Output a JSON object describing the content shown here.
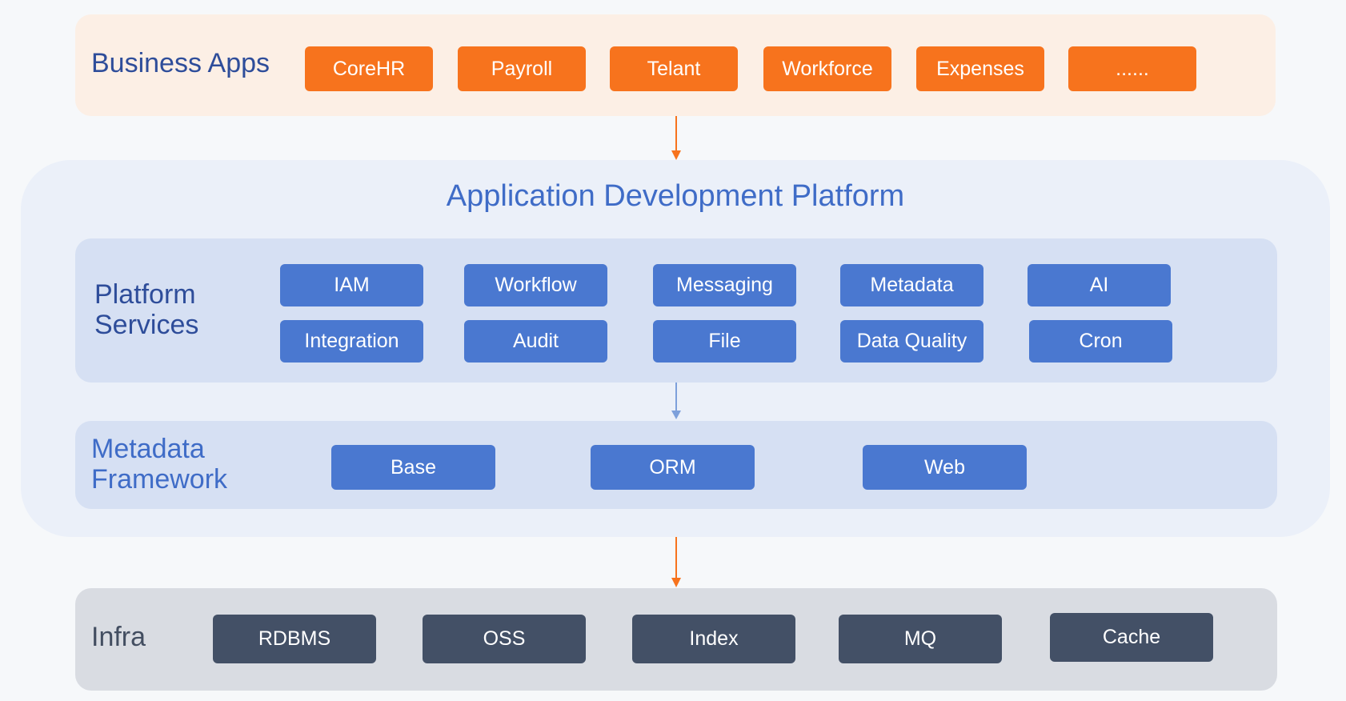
{
  "business_apps": {
    "label": "Business Apps",
    "items": [
      "CoreHR",
      "Payroll",
      "Telant",
      "Workforce",
      "Expenses",
      "......"
    ]
  },
  "platform": {
    "title": "Application Development Platform"
  },
  "platform_services": {
    "label": "Platform\nServices",
    "row1": [
      "IAM",
      "Workflow",
      "Messaging",
      "Metadata",
      "AI"
    ],
    "row2": [
      "Integration",
      "Audit",
      "File",
      "Data Quality",
      "Cron"
    ]
  },
  "metadata_framework": {
    "label": "Metadata\nFramework",
    "items": [
      "Base",
      "ORM",
      "Web"
    ]
  },
  "infra": {
    "label": "Infra",
    "items": [
      "RDBMS",
      "OSS",
      "Index",
      "MQ",
      "Cache"
    ]
  },
  "colors": {
    "business_bg": "#fcefe5",
    "app_chip": "#f7731d",
    "platform_outer_bg": "#ebf0f9",
    "platform_inner_bg": "#d6e0f3",
    "service_chip": "#4a78d0",
    "blue_text": "#3f6cc7",
    "infra_bg": "#d9dce2",
    "infra_chip": "#435066",
    "infra_text": "#434e61",
    "arrow_orange": "#f7731d",
    "arrow_blue": "#7da0db"
  }
}
